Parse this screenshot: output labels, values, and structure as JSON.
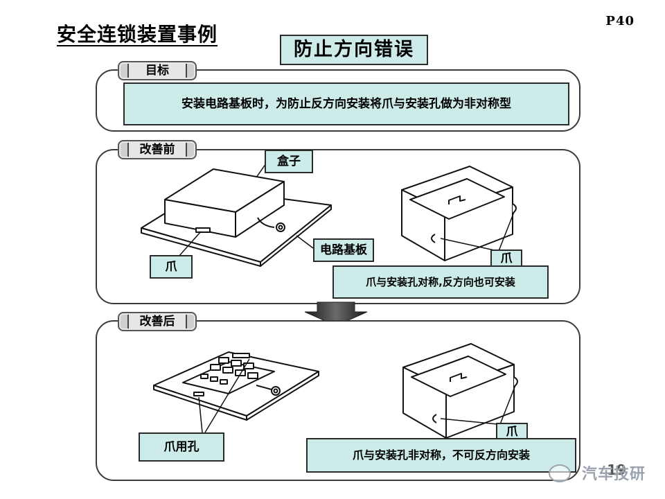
{
  "page": {
    "title": "安全连锁装置事例",
    "page_ref": "P40",
    "subtitle": "防止方向错误",
    "page_number": "19"
  },
  "goal": {
    "tag": "目标",
    "text": "安装电路基板时，为防止反方向安装将爪与安装孔做为非对称型"
  },
  "before": {
    "tag": "改善前",
    "label_box": "盒子",
    "label_claw": "爪",
    "label_board": "电路基板",
    "label_claw_right": "爪",
    "note": "爪与安装孔对称,反方向也可安装"
  },
  "after": {
    "tag": "改善后",
    "label_claw_hole": "爪用孔",
    "label_claw_right": "爪",
    "note": "爪与安装孔非对称，不可反方向安装"
  },
  "watermark": {
    "text": "汽车技研",
    "icon": "wechat-icon"
  }
}
